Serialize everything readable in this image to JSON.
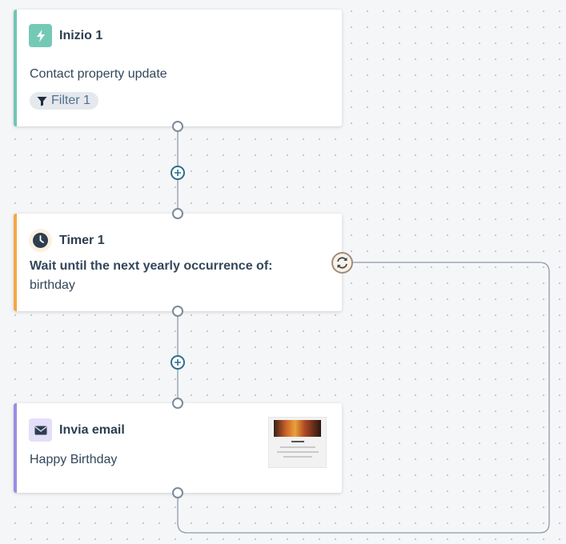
{
  "cards": {
    "start": {
      "title": "Inizio 1",
      "description": "Contact property update",
      "filter_label": "Filter 1",
      "icon": "lightning-bolt-icon",
      "accent_color": "#6fc7b4"
    },
    "timer": {
      "title": "Timer 1",
      "description_line1": "Wait until the next yearly occurrence of:",
      "description_line2": "birthday",
      "icon": "clock-icon",
      "accent_color": "#f5a742"
    },
    "email": {
      "title": "Invia email",
      "description": "Happy Birthday",
      "icon": "envelope-icon",
      "accent_color": "#9b8ce3"
    }
  },
  "connectors": {
    "add_action_icon": "plus-circle-icon",
    "loop_icon": "refresh-icon",
    "line_color": "#8e9aa6"
  }
}
